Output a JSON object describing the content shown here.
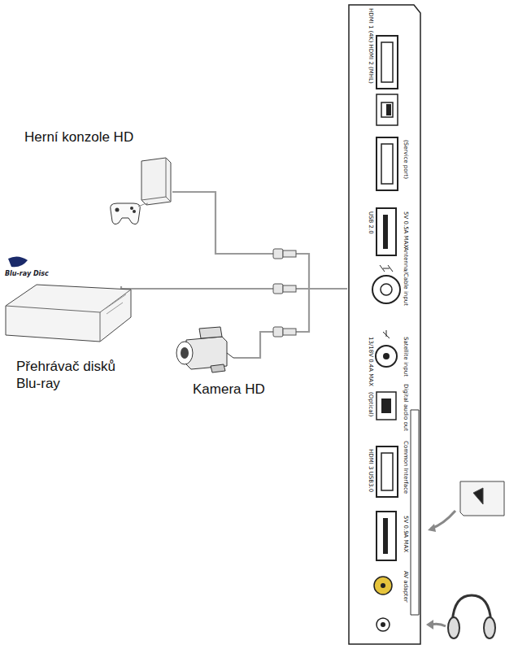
{
  "diagram": {
    "nodes": [
      {
        "text": [
          "Herní konzole HD"
        ]
      },
      {
        "text": [
          "Přehrávač disků Blu-ray"
        ]
      },
      {
        "text": [
          "Kamera HD"
        ]
      },
      {
        "text": [
          "HDMI 1 (4K) HDMI 2 (MHL)",
          "(Service port)",
          "USB 2.0",
          "5V 0.5A MAX",
          "Antenna/Cable input",
          "13/18V 0.4A MAX",
          "Satellite input",
          "(Optical)",
          "Digital audio out",
          "HDMI 3 USB3.0",
          "Common Interface",
          "5V 0.9A MAX",
          "AV adapter"
        ]
      }
    ],
    "edges": [
      {
        "from": 0,
        "to": 3,
        "arrow": "none"
      },
      {
        "from": 1,
        "to": 3,
        "arrow": "none"
      },
      {
        "from": 2,
        "to": 3,
        "arrow": "none"
      }
    ],
    "labels": [
      "Blu-ray Disc"
    ]
  }
}
